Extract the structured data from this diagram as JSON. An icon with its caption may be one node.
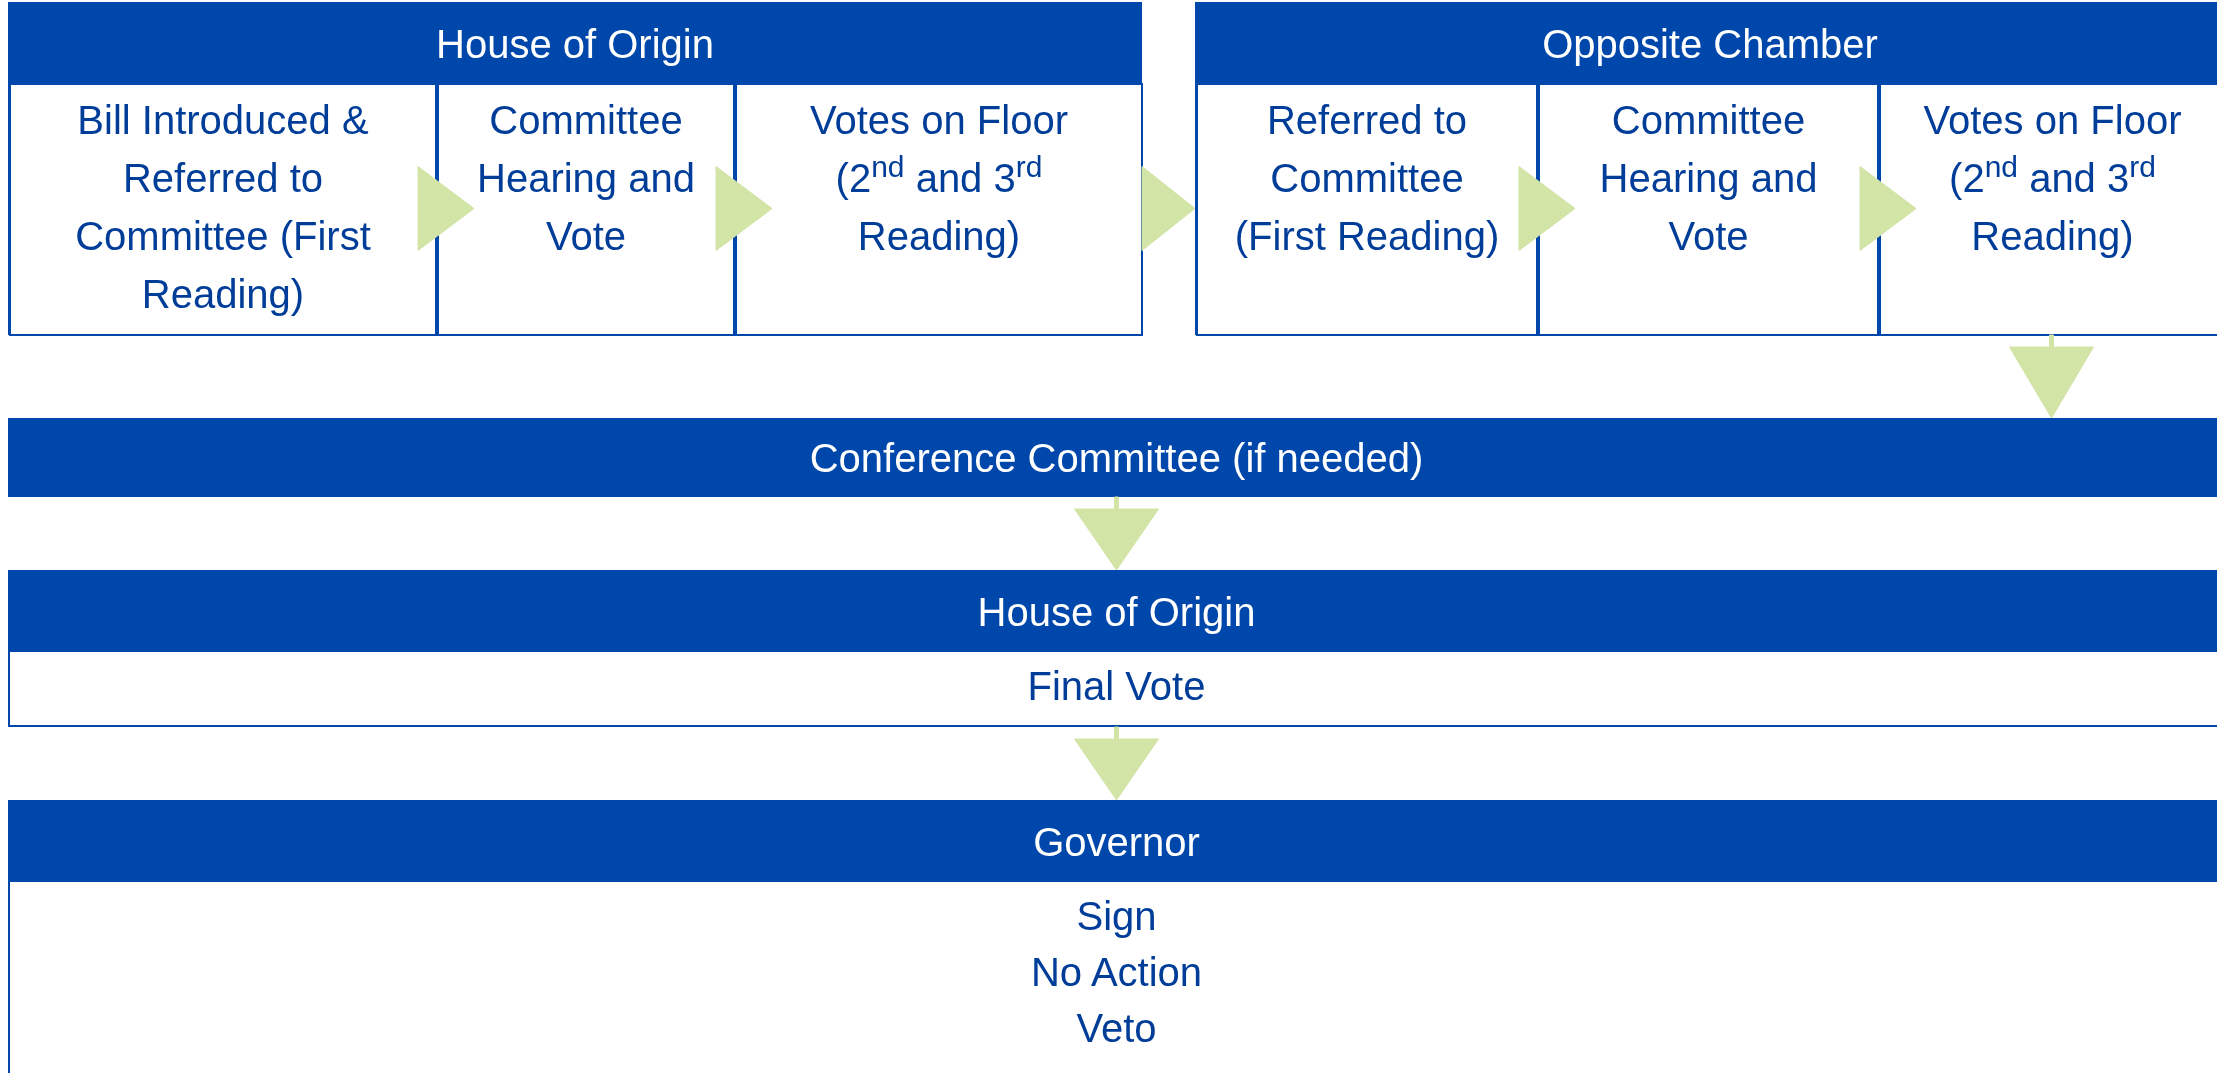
{
  "diagram": {
    "nodes": [
      {
        "text": [
          "House of Origin"
        ]
      },
      {
        "text": [
          "Bill Introduced & Referred to Committee (First Reading)"
        ],
        "in": 0
      },
      {
        "text": [
          "Committee Hearing and Vote"
        ],
        "in": 0
      },
      {
        "text": [
          "Votes on Floor (2$^{nd}$ and 3$^{rd}$ Reading)"
        ],
        "in": 0
      },
      {
        "text": [
          "Opposite Chamber"
        ]
      },
      {
        "text": [
          "Referred to Committee (First Reading)"
        ],
        "in": 4
      },
      {
        "text": [
          "Committee Hearing and Vote"
        ],
        "in": 4
      },
      {
        "text": [
          "Votes on Floor (2$^{nd}$ and 3$^{rd}$ Reading)"
        ],
        "in": 4
      },
      {
        "text": [
          "Conference Committee (if needed)"
        ]
      },
      {
        "text": [
          "House of Origin",
          "Final Vote"
        ]
      },
      {
        "text": [
          "Governor",
          "Sign",
          "No Action",
          "Veto"
        ]
      }
    ],
    "edges": [
      {
        "from": 1,
        "to": 2,
        "arrow": "to"
      },
      {
        "from": 2,
        "to": 3,
        "arrow": "to"
      },
      {
        "from": 3,
        "to": 5,
        "arrow": "to"
      },
      {
        "from": 5,
        "to": 6,
        "arrow": "to"
      },
      {
        "from": 6,
        "to": 7,
        "arrow": "to"
      },
      {
        "from": 7,
        "to": 8,
        "arrow": "to"
      },
      {
        "from": 8,
        "to": 9,
        "arrow": "to"
      },
      {
        "from": 9,
        "to": 10,
        "arrow": "to"
      }
    ]
  }
}
